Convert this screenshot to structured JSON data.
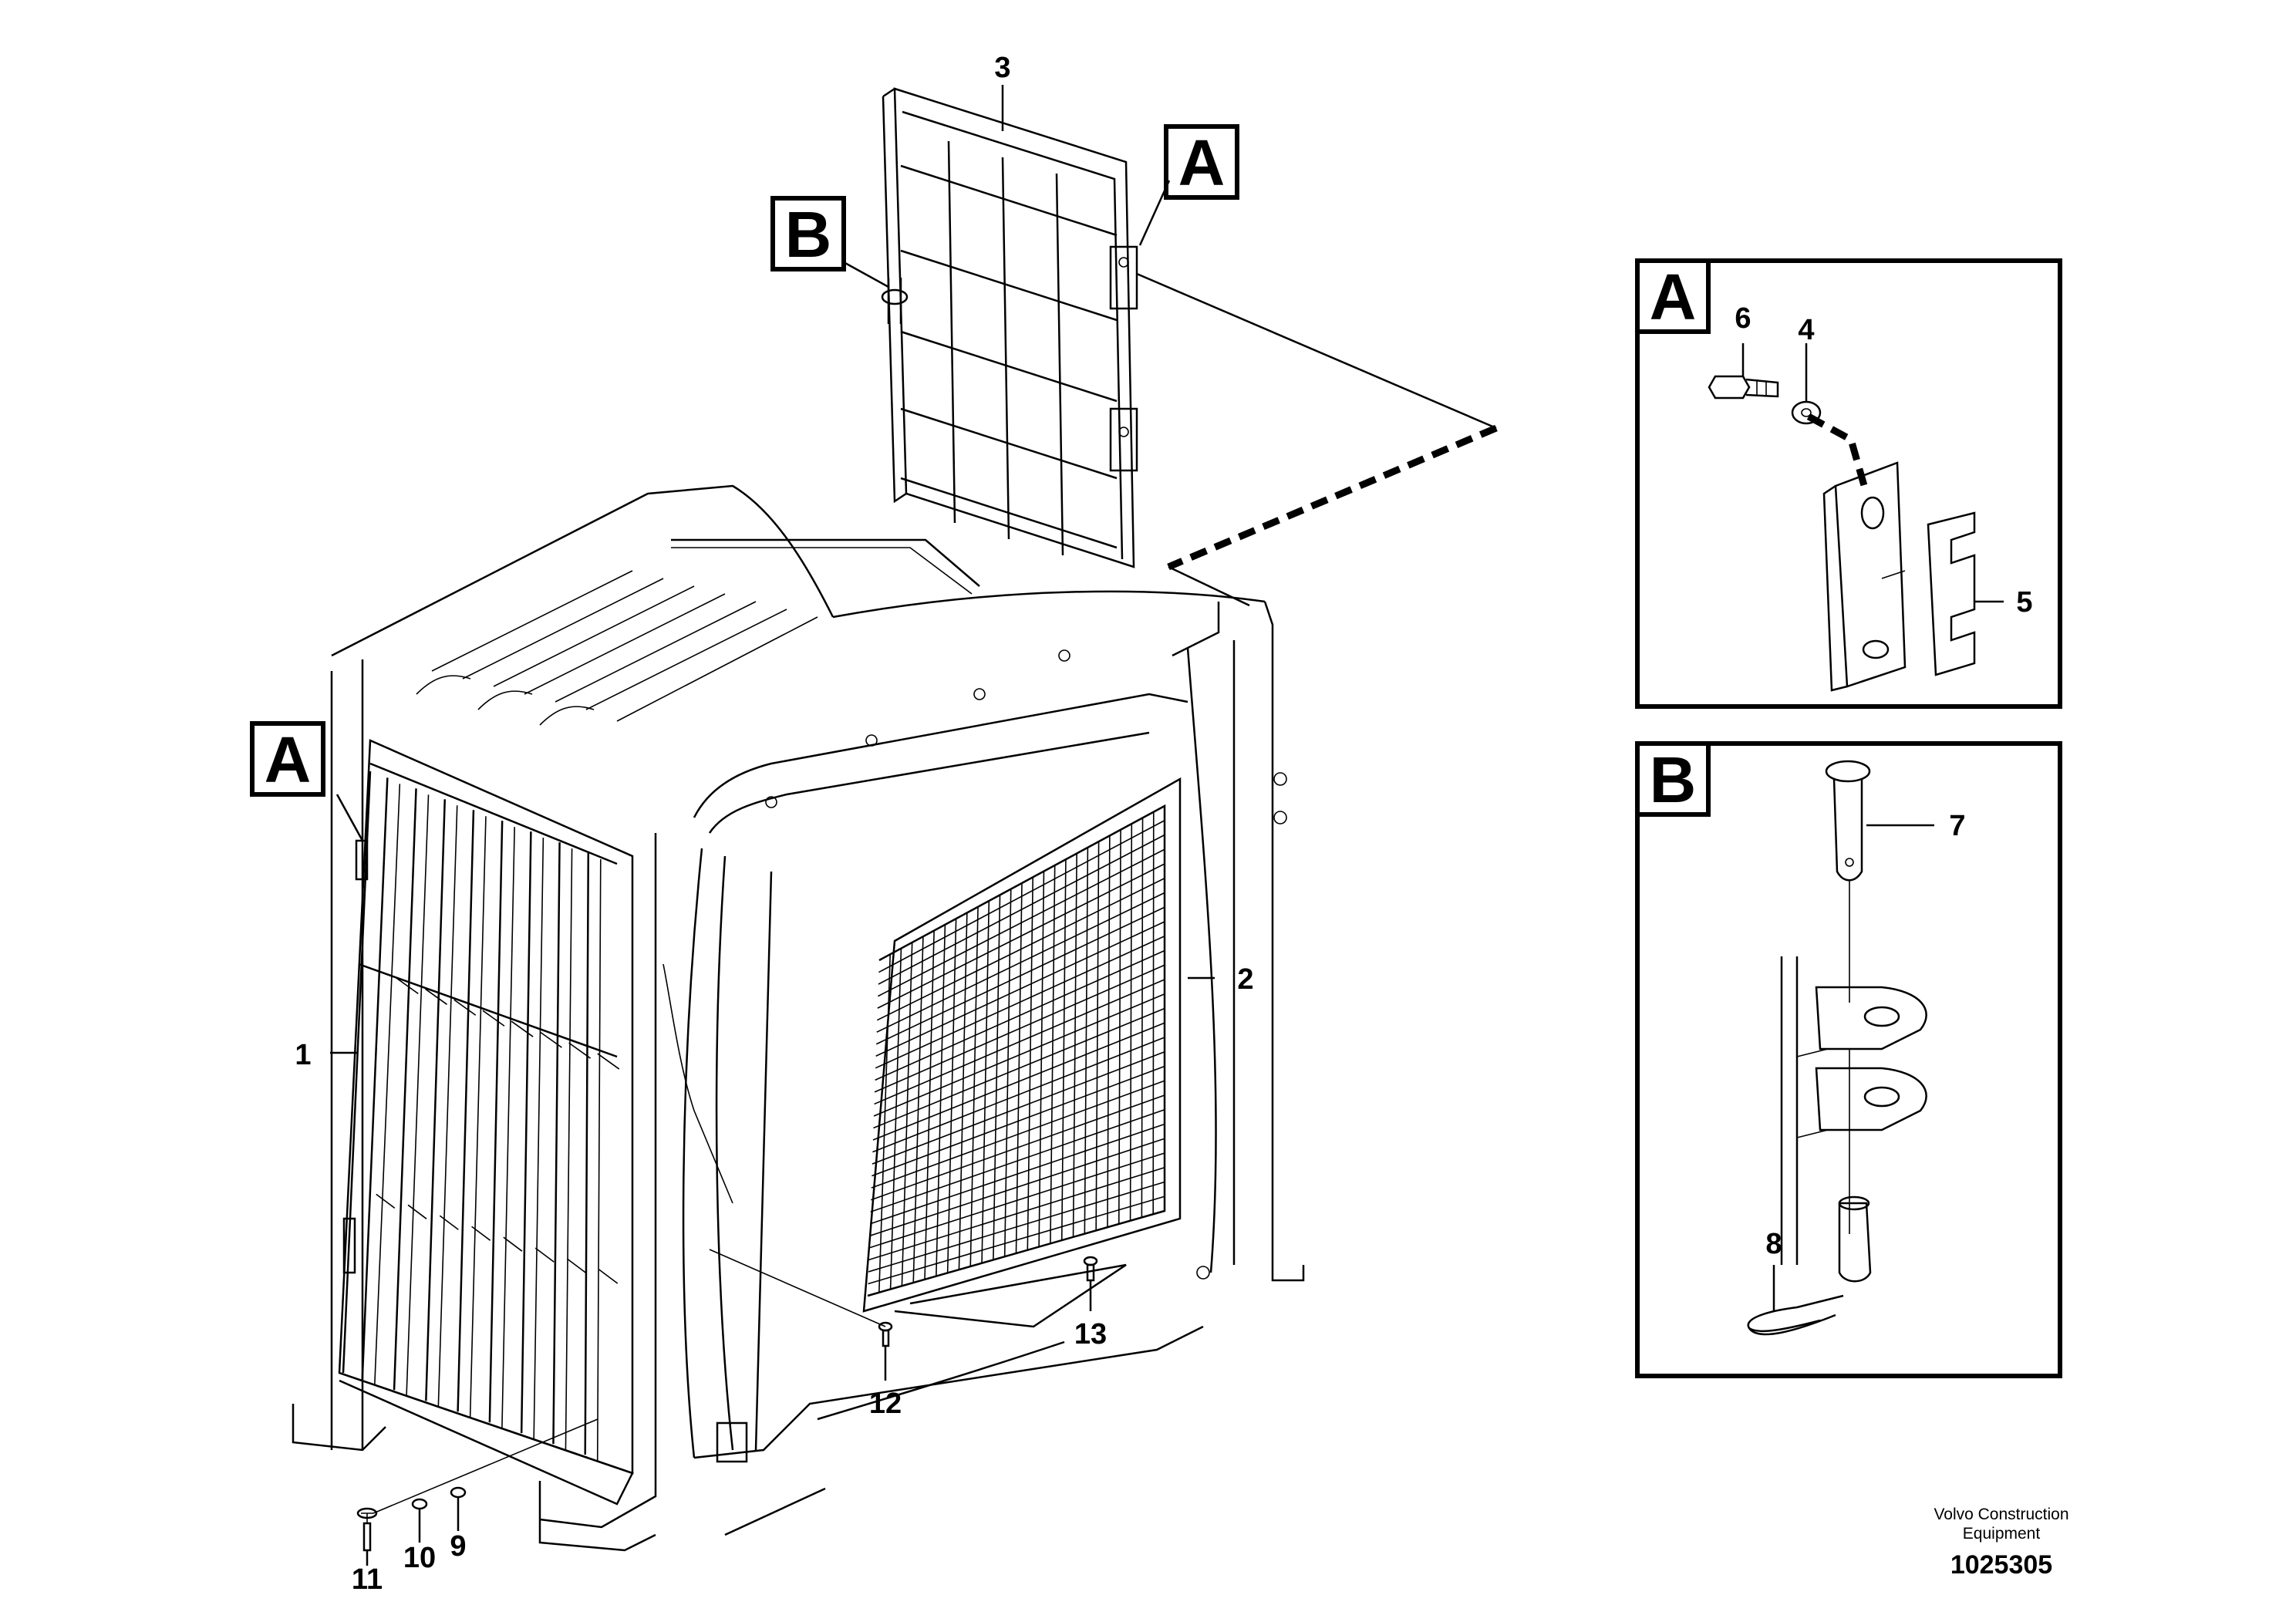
{
  "callouts": {
    "p1": "1",
    "p2": "2",
    "p3": "3",
    "p4": "4",
    "p5": "5",
    "p6": "6",
    "p7": "7",
    "p8": "8",
    "p9": "9",
    "p10": "10",
    "p11": "11",
    "p12": "12",
    "p13": "13"
  },
  "refs": {
    "a_on_cover": "A",
    "b_on_cover": "B",
    "a_on_grille": "A",
    "detail_a": "A",
    "detail_b": "B"
  },
  "footer": {
    "maker_line1": "Volvo Construction",
    "maker_line2": "Equipment",
    "doc_number": "1025305"
  }
}
